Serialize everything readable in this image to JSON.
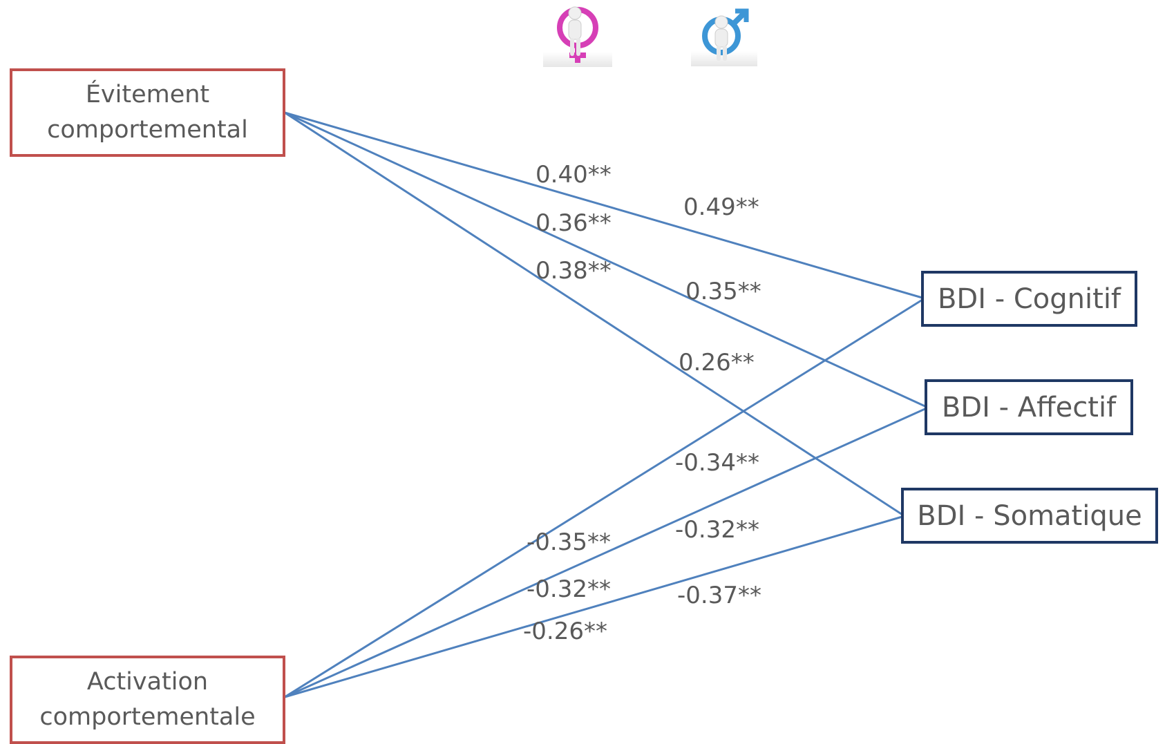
{
  "colors": {
    "predictor_border": "#c0504d",
    "outcome_border": "#1f3864",
    "path_line": "#4f81bd",
    "text": "#595959",
    "female_symbol": "#d63fb6",
    "male_symbol": "#3d96d6"
  },
  "icons": {
    "female": "female-figure-icon",
    "male": "male-figure-icon"
  },
  "predictors": {
    "avoidance": {
      "line1": "Évitement",
      "line2": "comportemental"
    },
    "activation": {
      "line1": "Activation",
      "line2": "comportementale"
    }
  },
  "outcomes": {
    "cognitive": "BDI - Cognitif",
    "affective": "BDI - Affectif",
    "somatic": "BDI - Somatique"
  },
  "coefficients": {
    "female": {
      "avoidance_cognitive": "0.40**",
      "avoidance_affective": "0.36**",
      "avoidance_somatic": "0.38**",
      "activation_cognitive": "-0.35**",
      "activation_affective": "-0.32**",
      "activation_somatic": "-0.26**"
    },
    "male": {
      "avoidance_cognitive": "0.49**",
      "avoidance_affective": "0.35**",
      "avoidance_somatic": "0.26**",
      "activation_cognitive": "-0.34**",
      "activation_affective": "-0.32**",
      "activation_somatic": "-0.37**"
    }
  }
}
